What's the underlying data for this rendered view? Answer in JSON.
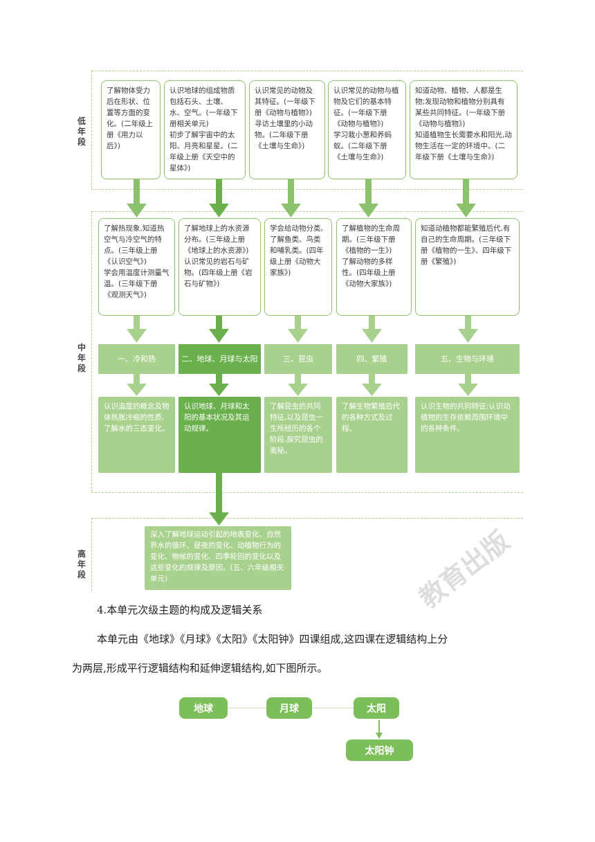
{
  "stages": {
    "low": "低年段",
    "mid": "中年段",
    "high": "高年段"
  },
  "low_boxes": [
    "了解物体受力后在形状、位置等方面的变化。(二年级上册《用力以后》)",
    "认识地球的组成物质包括石头、土壤、水、空气。(一年级下册相关单元)\n初步了解宇宙中的太阳、月亮和星星。(二年级上册《天空中的星体》)",
    "认识常见的动物及其特征。(一年级下册《动物与植物》)\n寻访土壤里的小动物。(二年级下册《土壤与生命》)",
    "认识常见的动物与植物及它们的基本特征。(一年级下册《动物与植物》)\n学习栽小葱和养蚂蚁。(二年级下册《土壤与生命》)",
    "知道动物、植物、人都是生物;发现动物和植物分别具有某些共同特征。(一年级下册《动物与植物》)\n知道植物生长需要水和阳光,动物生活在一定的环境中。(二年级下册《土壤与生命》)"
  ],
  "mid_boxes": [
    "了解热现象,知道热空气与冷空气的特点。(三年级上册《认识空气》)\n学会用温度计测量气温。(三年级下册《观测天气》)",
    "了解地球上的水资源分布。(三年级上册《地球上的水资源》)\n认识常见的岩石与矿物。(四年级上册《岩石与矿物》)",
    "学会给动物分类,了解鱼类、鸟类和哺乳类。(四年级上册《动物大家族》)",
    "了解植物的生命周期。(三年级下册《植物的一生》)\n了解动物的多样性。(四年级上册《动物大家族》)",
    "知道动植物都能繁殖后代,有自己的生命周期。(三年级下册《植物的一生》、四年级下册《繁殖》)"
  ],
  "topics": [
    "一、冷和热",
    "二、地球、月球与太阳",
    "三、昆虫",
    "四、繁殖",
    "五、生物与环境"
  ],
  "topic_desc": [
    "认识温度的概念及物体热胀冷缩的性质,了解水的三态变化。",
    "认识地球、月球和太阳的基本状况及其运动规律。",
    "了解昆虫的共同特征,以及昆虫一生所经历的各个阶段,探究昆虫的奥秘。",
    "了解生物繁殖后代的各种方式及过程。",
    "认识生物的共同特征;认识动植物的生存依赖周围环境中的各种条件。"
  ],
  "high_box": "深入了解地球运动引起的地表变化、自然界水的循环、昼夜的变化、动植物行为的变化、物候的变化、四季轮回的变化以及这些变化的规律及原因。(五、六年级相关单元)",
  "watermark": "教育出版",
  "section_heading": "4.本单元次级主题的构成及逻辑关系",
  "paragraph_line1": "本单元由《地球》《月球》《太阳》《太阳钟》四课组成,这四课在逻辑结构上分",
  "paragraph_line2": "为两层,形成平行逻辑结构和延伸逻辑结构,如下图所示。",
  "logic_nodes": {
    "earth": "地球",
    "moon": "月球",
    "sun": "太阳",
    "sundial": "太阳钟"
  },
  "colors": {
    "light_green": "#a9d18e",
    "dark_green": "#6ab04c",
    "border_green": "#8cc26e",
    "node_green": "#7cbf5a"
  }
}
